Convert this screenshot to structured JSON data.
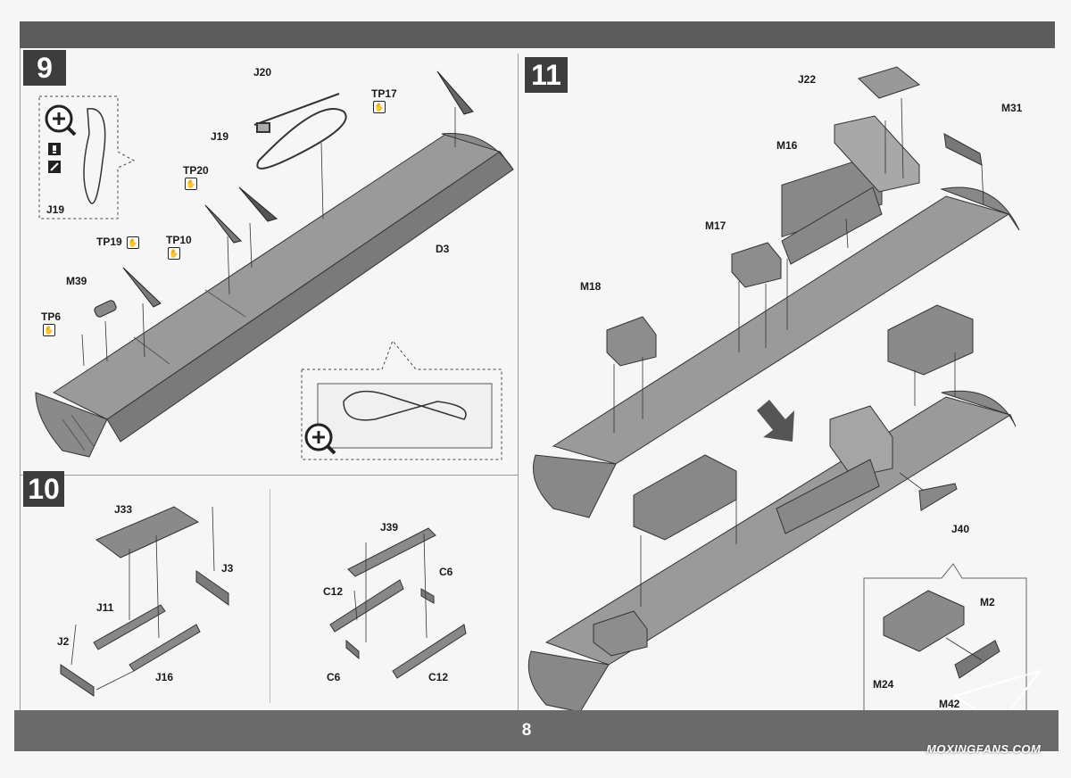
{
  "page_number": "8",
  "watermark": "MOXINGFANS.COM",
  "steps": {
    "s9": "9",
    "s10": "10",
    "s11": "11"
  },
  "labels": {
    "J20": "J20",
    "TP17": "TP17",
    "J19_a": "J19",
    "J19_b": "J19",
    "TP20": "TP20",
    "TP19": "TP19",
    "TP10": "TP10",
    "M39": "M39",
    "TP6": "TP6",
    "D3": "D3",
    "J33": "J33",
    "J3": "J3",
    "J11": "J11",
    "J2": "J2",
    "J16": "J16",
    "J39": "J39",
    "C6_a": "C6",
    "C12_a": "C12",
    "C6_b": "C6",
    "C12_b": "C12",
    "J22": "J22",
    "M31": "M31",
    "M16": "M16",
    "M17": "M17",
    "M18": "M18",
    "J40": "J40",
    "M2": "M2",
    "M24": "M24",
    "M42": "M42"
  },
  "icons": {
    "zoom": "magnifier-plus-icon",
    "warning": "exclamation-icon",
    "glue": "glue-tube-icon",
    "hand": "hand-icon",
    "arrow": "down-arrow-icon"
  },
  "colors": {
    "part_fill": "#8d8d8d",
    "bar": "#5c5c5c",
    "step_box": "#3d3d3d"
  }
}
